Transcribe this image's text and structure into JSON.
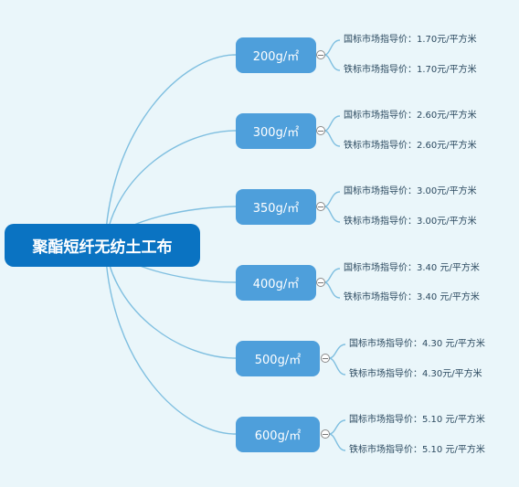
{
  "root": {
    "label": "聚酯短纤无纺土工布"
  },
  "colors": {
    "root": "#0a73c2",
    "branch": "#4e9fdb",
    "line": "#7fbfe0",
    "background": "#eaf6fa"
  },
  "branches": [
    {
      "label": "200g/㎡",
      "national": "国标市场指导价：1.70元/平方米",
      "rail": "铁标市场指导价：1.70元/平方米"
    },
    {
      "label": "300g/㎡",
      "national": "国标市场指导价：2.60元/平方米",
      "rail": "铁标市场指导价：2.60元/平方米"
    },
    {
      "label": "350g/㎡",
      "national": "国标市场指导价：3.00元/平方米",
      "rail": "铁标市场指导价：3.00元/平方米"
    },
    {
      "label": "400g/㎡",
      "national": "国标市场指导价：3.40 元/平方米",
      "rail": "铁标市场指导价：3.40 元/平方米"
    },
    {
      "label": "500g/㎡",
      "national": "国标市场指导价：4.30 元/平方米",
      "rail": "铁标市场指导价：4.30元/平方米"
    },
    {
      "label": "600g/㎡",
      "national": "国标市场指导价：5.10 元/平方米",
      "rail": "铁标市场指导价：5.10 元/平方米"
    }
  ]
}
